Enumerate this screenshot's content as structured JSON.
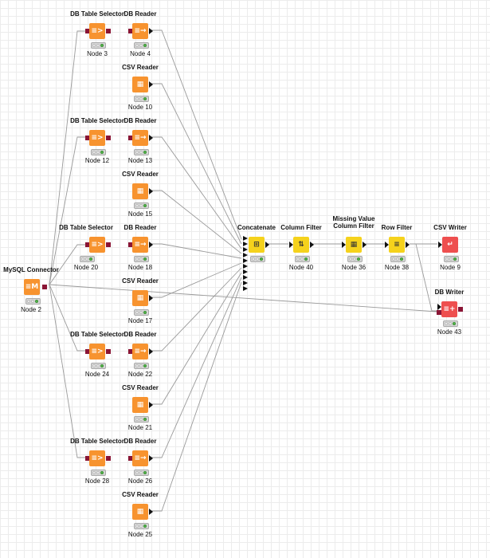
{
  "canvas": {
    "background": "#ffffff",
    "grid_color": "#ececec",
    "edge_color": "#9a9a9a"
  },
  "colors": {
    "source": "#f7932f",
    "manipulator": "#f5d21c",
    "sink": "#ee4f4f",
    "db_port": "#8a1535"
  },
  "nodes": [
    {
      "id": "n2",
      "title": "MySQL Connector",
      "label": "Node 2",
      "color": "orange",
      "icon": "database-connector-icon",
      "glyph": "≡M"
    },
    {
      "id": "n3",
      "title": "DB Table Selector",
      "label": "Node 3",
      "color": "orange",
      "icon": "table-selector-icon",
      "glyph": "≡>"
    },
    {
      "id": "n4",
      "title": "DB Reader",
      "label": "Node 4",
      "color": "orange",
      "icon": "db-reader-icon",
      "glyph": "≡→"
    },
    {
      "id": "n10",
      "title": "CSV Reader",
      "label": "Node 10",
      "color": "orange",
      "icon": "csv-reader-icon",
      "glyph": "▦"
    },
    {
      "id": "n12",
      "title": "DB Table Selector",
      "label": "Node 12",
      "color": "orange",
      "icon": "table-selector-icon",
      "glyph": "≡>"
    },
    {
      "id": "n13",
      "title": "DB Reader",
      "label": "Node 13",
      "color": "orange",
      "icon": "db-reader-icon",
      "glyph": "≡→"
    },
    {
      "id": "n15",
      "title": "CSV Reader",
      "label": "Node 15",
      "color": "orange",
      "icon": "csv-reader-icon",
      "glyph": "▦"
    },
    {
      "id": "n20",
      "title": "DB Table Selector",
      "label": "Node 20",
      "color": "orange",
      "icon": "table-selector-icon",
      "glyph": "≡>"
    },
    {
      "id": "n18",
      "title": "DB Reader",
      "label": "Node 18",
      "color": "orange",
      "icon": "db-reader-icon",
      "glyph": "≡→"
    },
    {
      "id": "n17",
      "title": "CSV Reader",
      "label": "Node 17",
      "color": "orange",
      "icon": "csv-reader-icon",
      "glyph": "▦"
    },
    {
      "id": "n24",
      "title": "DB Table Selector",
      "label": "Node 24",
      "color": "orange",
      "icon": "table-selector-icon",
      "glyph": "≡>"
    },
    {
      "id": "n22",
      "title": "DB Reader",
      "label": "Node 22",
      "color": "orange",
      "icon": "db-reader-icon",
      "glyph": "≡→"
    },
    {
      "id": "n21",
      "title": "CSV Reader",
      "label": "Node 21",
      "color": "orange",
      "icon": "csv-reader-icon",
      "glyph": "▦"
    },
    {
      "id": "n28",
      "title": "DB Table Selector",
      "label": "Node 28",
      "color": "orange",
      "icon": "table-selector-icon",
      "glyph": "≡>"
    },
    {
      "id": "n26",
      "title": "DB Reader",
      "label": "Node 26",
      "color": "orange",
      "icon": "db-reader-icon",
      "glyph": "≡→"
    },
    {
      "id": "n25",
      "title": "CSV Reader",
      "label": "Node 25",
      "color": "orange",
      "icon": "csv-reader-icon",
      "glyph": "▦"
    },
    {
      "id": "concat",
      "title": "Concatenate",
      "label": "",
      "color": "yellow",
      "icon": "concatenate-icon",
      "glyph": "⊞"
    },
    {
      "id": "n40",
      "title": "Column Filter",
      "label": "Node 40",
      "color": "yellow",
      "icon": "column-filter-icon",
      "glyph": "⇅"
    },
    {
      "id": "n36",
      "title": "Missing Value Column Filter",
      "label": "Node 36",
      "color": "yellow",
      "icon": "missing-value-filter-icon",
      "glyph": "▦"
    },
    {
      "id": "n38",
      "title": "Row Filter",
      "label": "Node 38",
      "color": "yellow",
      "icon": "row-filter-icon",
      "glyph": "≡"
    },
    {
      "id": "n9",
      "title": "CSV Writer",
      "label": "Node 9",
      "color": "red",
      "icon": "csv-writer-icon",
      "glyph": "↵"
    },
    {
      "id": "n43",
      "title": "DB Writer",
      "label": "Node 43",
      "color": "red",
      "icon": "db-writer-icon",
      "glyph": "≡+"
    }
  ]
}
